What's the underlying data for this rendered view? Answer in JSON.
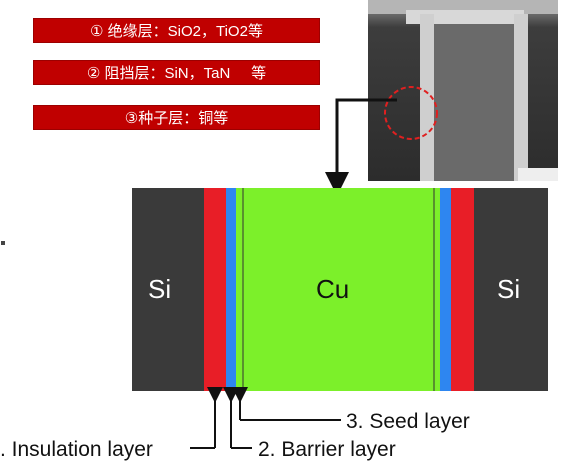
{
  "labels": {
    "insulation_cn": "① 绝缘层：SiO2，TiO2等",
    "barrier_cn": "② 阻挡层：SiN，TaN     等",
    "seed_cn": "③种子层：铜等"
  },
  "diagram": {
    "si_left": "Si",
    "si_right": "Si",
    "cu": "Cu",
    "seed_layer": "3. Seed layer",
    "insulation_layer": ". Insulation layer",
    "barrier_layer": "2. Barrier layer"
  },
  "colors": {
    "silicon": "#3a3a3a",
    "insulation": "#e81e27",
    "barrier": "#2e86f0",
    "copper": "#7cf02a",
    "label_bg": "#c00000"
  }
}
